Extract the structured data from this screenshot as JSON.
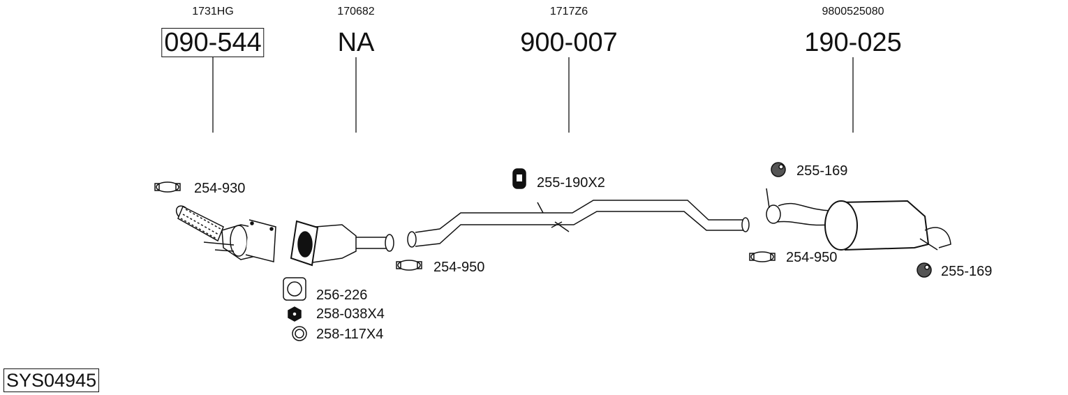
{
  "diagram_id": "SYS04945",
  "main_parts": [
    {
      "oe_number": "1731HG",
      "part_number": "090-544",
      "boxed": true
    },
    {
      "oe_number": "170682",
      "part_number": "NA",
      "boxed": false
    },
    {
      "oe_number": "1717Z6",
      "part_number": "900-007",
      "boxed": false
    },
    {
      "oe_number": "9800525080",
      "part_number": "190-025",
      "boxed": false
    }
  ],
  "accessories": [
    {
      "icon": "clamp-icon",
      "label": "254-930"
    },
    {
      "icon": "gasket-icon",
      "label": "256-226"
    },
    {
      "icon": "nut-icon",
      "label": "258-038X4"
    },
    {
      "icon": "washer-icon",
      "label": "258-117X4"
    },
    {
      "icon": "clamp-icon",
      "label": "254-950"
    },
    {
      "icon": "rubber-mount-icon",
      "label": "255-190X2"
    },
    {
      "icon": "rubber-hanger-icon",
      "label": "255-169"
    },
    {
      "icon": "clamp-icon",
      "label": "254-950"
    },
    {
      "icon": "rubber-hanger-icon",
      "label": "255-169"
    }
  ]
}
